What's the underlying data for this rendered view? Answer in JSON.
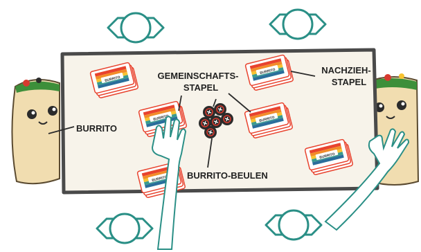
{
  "labels": {
    "community_pile_line1": "GEMEINSCHAFTS-",
    "community_pile_line2": "STAPEL",
    "draw_pile_line1": "NACHZIEH-",
    "draw_pile_line2": "STAPEL",
    "burrito": "BURRITO",
    "burrito_bumps": "BURRITO-BEULEN"
  },
  "card_back_text": "BURRITO",
  "colors": {
    "table_fill": "#f7f3ea",
    "table_outline": "#4a4a4a",
    "player_seat": "#2a8f86",
    "card_stripes": [
      "#e8432e",
      "#f28c28",
      "#f7c331",
      "#3a9b8f",
      "#2a6e9b"
    ],
    "card_edge": "#e8432e",
    "burrito_token": "#2b2b2b",
    "token_accent": "#d63a2f",
    "tortilla": "#f1ddb0",
    "arm_fill": "#ffffff"
  },
  "icons": [
    "player-seat-icon",
    "card-stack-icon",
    "burrito-token-icon",
    "burrito-character-icon",
    "arm-icon"
  ]
}
